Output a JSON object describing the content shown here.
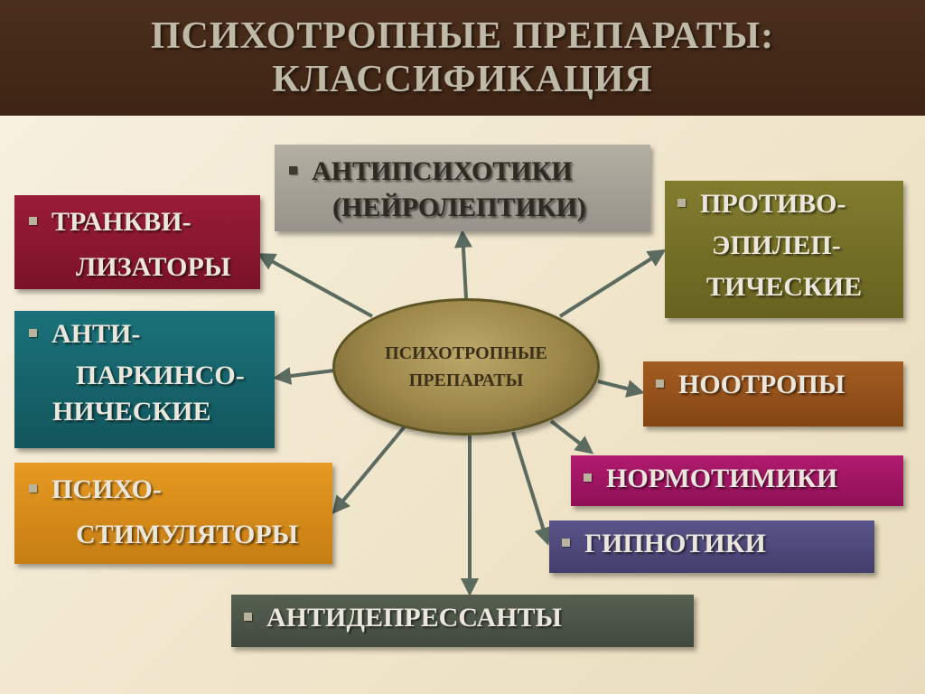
{
  "header": {
    "title_line1": "ПСИХОТРОПНЫЕ ПРЕПАРАТЫ:",
    "title_line2": "КЛАССИФИКАЦИЯ"
  },
  "hub": {
    "line1": "ПСИХОТРОПНЫЕ",
    "line2": "ПРЕПАРАТЫ"
  },
  "categories": {
    "antipsychotics": {
      "line1": "АНТИПСИХОТИКИ",
      "line2": "(НЕЙРОЛЕПТИКИ)",
      "color": "#a6a295"
    },
    "tranquilizers": {
      "line1": "ТРАНКВИ-",
      "line2": "ЛИЗАТОРЫ",
      "color": "#8e1730"
    },
    "antiepileptics": {
      "line1": "ПРОТИВО-",
      "line2": "ЭПИЛЕП-",
      "line3": "ТИЧЕСКИЕ",
      "color": "#767129"
    },
    "antiparkinsonian": {
      "line1": "АНТИ-",
      "line2": "ПАРКИНСО-",
      "line3": "НИЧЕСКИЕ",
      "color": "#17646b"
    },
    "nootropics": {
      "line1": "НООТРОПЫ",
      "color": "#94501c"
    },
    "normothymics": {
      "line1": "НОРМОТИМИКИ",
      "color": "#a41565"
    },
    "psychostimulants": {
      "line1": "ПСИХО-",
      "line2": "СТИМУЛЯТОРЫ",
      "color": "#d68c18"
    },
    "hypnotics": {
      "line1": "ГИПНОТИКИ",
      "color": "#4f4a7c"
    },
    "antidepressants": {
      "line1": "АНТИДЕПРЕССАНТЫ",
      "color": "#4d5649"
    }
  },
  "colors": {
    "arrow": "#5b6b60",
    "header_bg": "#4b2e1c",
    "hub_fill": "#9a8547"
  }
}
